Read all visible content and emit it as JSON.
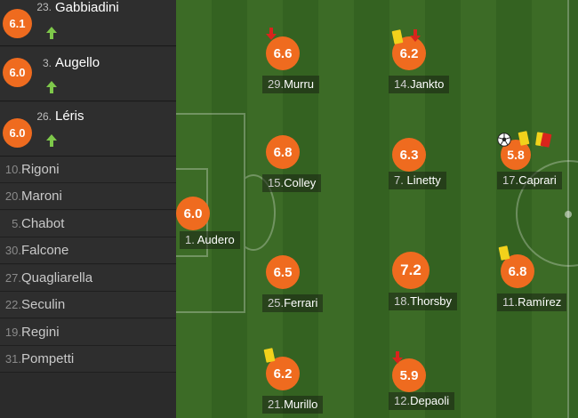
{
  "subs": [
    {
      "num": "23.",
      "name": "Gabbiadini",
      "rating": "6.1"
    },
    {
      "num": "3.",
      "name": "Augello",
      "rating": "6.0"
    },
    {
      "num": "26.",
      "name": "Léris",
      "rating": "6.0"
    }
  ],
  "bench": [
    {
      "num": "10.",
      "name": "Rigoni"
    },
    {
      "num": "20.",
      "name": "Maroni"
    },
    {
      "num": "5.",
      "name": "Chabot"
    },
    {
      "num": "30.",
      "name": "Falcone"
    },
    {
      "num": "27.",
      "name": "Quagliarella"
    },
    {
      "num": "22.",
      "name": "Seculin"
    },
    {
      "num": "19.",
      "name": "Regini"
    },
    {
      "num": "31.",
      "name": "Pompetti"
    }
  ],
  "players": {
    "audero": {
      "num": "1.",
      "name": "Audero",
      "rating": "6.0"
    },
    "murru": {
      "num": "29.",
      "name": "Murru",
      "rating": "6.6"
    },
    "colley": {
      "num": "15.",
      "name": "Colley",
      "rating": "6.8"
    },
    "ferrari": {
      "num": "25.",
      "name": "Ferrari",
      "rating": "6.5"
    },
    "murillo": {
      "num": "21.",
      "name": "Murillo",
      "rating": "6.2"
    },
    "jankto": {
      "num": "14.",
      "name": "Jankto",
      "rating": "6.2"
    },
    "linetty": {
      "num": "7.",
      "name": "Linetty",
      "rating": "6.3"
    },
    "thorsby": {
      "num": "18.",
      "name": "Thorsby",
      "rating": "7.2"
    },
    "depaoli": {
      "num": "12.",
      "name": "Depaoli",
      "rating": "5.9"
    },
    "caprari": {
      "num": "17.",
      "name": "Caprari",
      "rating": "5.8"
    },
    "ramirez": {
      "num": "11.",
      "name": "Ramírez",
      "rating": "6.8"
    }
  },
  "colors": {
    "rating": "#ef6b1f",
    "sub_in_arrow": "#7ec84a",
    "sub_out_arrow": "#d9241c",
    "yellow_card": "#f2d21b",
    "red_card": "#d9241c"
  },
  "icons": {
    "sub_in": "green-up-arrow-icon",
    "sub_out": "red-down-arrow-icon",
    "goal": "soccer-ball-icon",
    "yellow": "yellow-card-icon",
    "red": "red-card-icon"
  }
}
